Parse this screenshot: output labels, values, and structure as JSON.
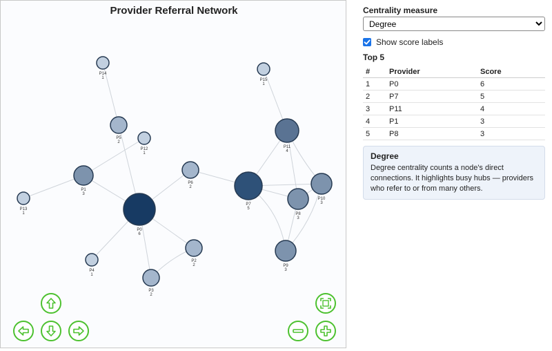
{
  "graph": {
    "title": "Provider Referral Network",
    "nodes": [
      {
        "id": "P0",
        "score": "6"
      },
      {
        "id": "P1",
        "score": "3"
      },
      {
        "id": "P2",
        "score": "2"
      },
      {
        "id": "P3",
        "score": "2"
      },
      {
        "id": "P4",
        "score": "1"
      },
      {
        "id": "P5",
        "score": "2"
      },
      {
        "id": "P6",
        "score": "2"
      },
      {
        "id": "P7",
        "score": "5"
      },
      {
        "id": "P8",
        "score": "3"
      },
      {
        "id": "P9",
        "score": "3"
      },
      {
        "id": "P10",
        "score": "3"
      },
      {
        "id": "P11",
        "score": "4"
      },
      {
        "id": "P12",
        "score": "1"
      },
      {
        "id": "P13",
        "score": "1"
      },
      {
        "id": "P14",
        "score": "1"
      },
      {
        "id": "P15",
        "score": "1"
      }
    ],
    "controls": {
      "up": "arrow-up-icon",
      "left": "arrow-left-icon",
      "down": "arrow-down-icon",
      "right": "arrow-right-icon",
      "fit": "fit-screen-icon",
      "zoom_out": "minus-icon",
      "zoom_in": "plus-icon",
      "color": "#4cc12f"
    }
  },
  "panel": {
    "measure_label": "Centrality measure",
    "measure_value": "Degree",
    "show_labels_text": "Show score labels",
    "show_labels_checked": true,
    "top_heading": "Top 5",
    "columns": [
      "#",
      "Provider",
      "Score"
    ],
    "rows": [
      [
        "1",
        "P0",
        "6"
      ],
      [
        "2",
        "P7",
        "5"
      ],
      [
        "3",
        "P11",
        "4"
      ],
      [
        "4",
        "P1",
        "3"
      ],
      [
        "5",
        "P8",
        "3"
      ]
    ],
    "info": {
      "title": "Degree",
      "text": "Degree centrality counts a node's direct connections. It highlights busy hubs — providers who refer to or from many others."
    }
  }
}
